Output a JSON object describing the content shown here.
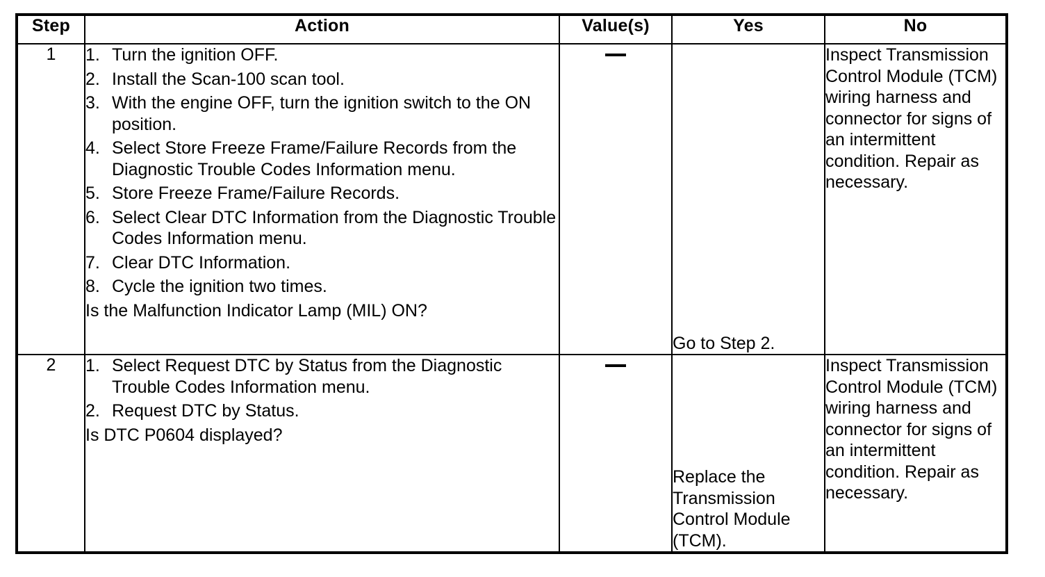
{
  "table": {
    "headers": {
      "step": "Step",
      "action": "Action",
      "value": "Value(s)",
      "yes": "Yes",
      "no": "No"
    },
    "rows": [
      {
        "step": "1",
        "action_steps": [
          "Turn the ignition OFF.",
          "Install the Scan-100 scan tool.",
          "With the engine OFF, turn the ignition switch to the ON position.",
          "Select Store Freeze Frame/Failure Records from the Diagnostic Trouble Codes Information menu.",
          "Store Freeze Frame/Failure Records.",
          "Select Clear DTC Information from the Diagnostic Trouble Codes Information menu.",
          "Clear DTC Information.",
          "Cycle the ignition two times."
        ],
        "action_question": "Is the Malfunction Indicator Lamp (MIL) ON?",
        "value": "—",
        "yes": "Go to Step 2.",
        "no": "Inspect Transmission Control Module (TCM) wiring harness and connector for signs of an intermittent condition. Repair as necessary."
      },
      {
        "step": "2",
        "action_steps": [
          "Select Request DTC by Status from the Diagnostic Trouble Codes Information menu.",
          "Request DTC by Status."
        ],
        "action_question": "Is DTC P0604 displayed?",
        "value": "—",
        "yes": "Replace the Transmission Control Module (TCM).",
        "no": "Inspect Transmission Control Module (TCM) wiring harness and connector for signs of an intermittent condition. Repair as necessary."
      }
    ]
  },
  "colors": {
    "border": "#000000",
    "background": "#ffffff",
    "text": "#000000"
  }
}
